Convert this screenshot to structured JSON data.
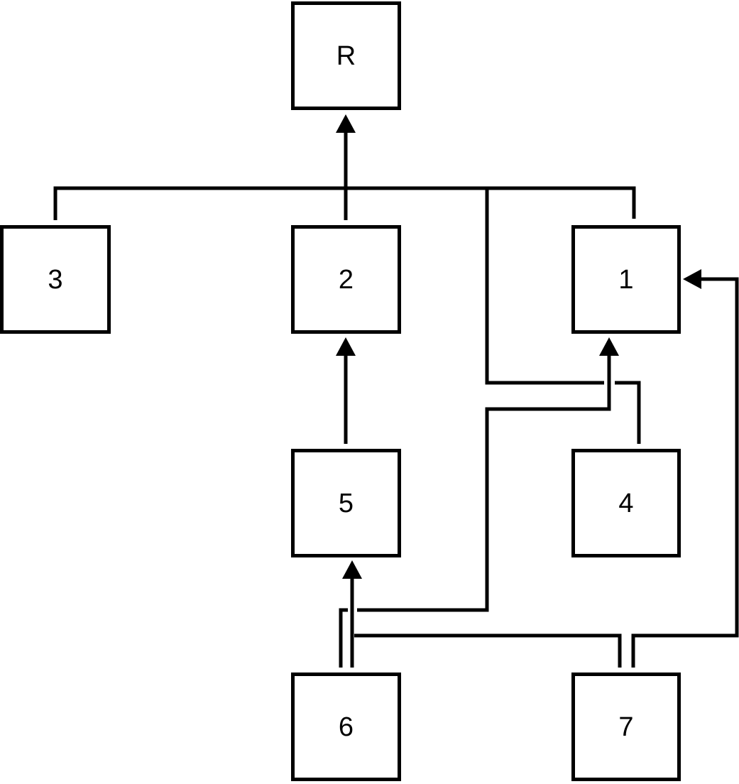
{
  "diagram": {
    "background_color": "#ffffff",
    "line_color": "#000000",
    "node_fill_color": "#ffffff",
    "nodes": [
      {
        "id": "R",
        "label": "R"
      },
      {
        "id": "3",
        "label": "3"
      },
      {
        "id": "2",
        "label": "2"
      },
      {
        "id": "1",
        "label": "1"
      },
      {
        "id": "5",
        "label": "5"
      },
      {
        "id": "4",
        "label": "4"
      },
      {
        "id": "6",
        "label": "6"
      },
      {
        "id": "7",
        "label": "7"
      }
    ],
    "edges": [
      {
        "from": "3",
        "to": "R"
      },
      {
        "from": "2",
        "to": "R"
      },
      {
        "from": "1",
        "to": "R"
      },
      {
        "from": "4",
        "to": "R"
      },
      {
        "from": "5",
        "to": "2"
      },
      {
        "from": "6",
        "to": "5"
      },
      {
        "from": "7",
        "to": "5"
      },
      {
        "from": "6",
        "to": "1"
      },
      {
        "from": "7",
        "to": "1"
      }
    ]
  }
}
